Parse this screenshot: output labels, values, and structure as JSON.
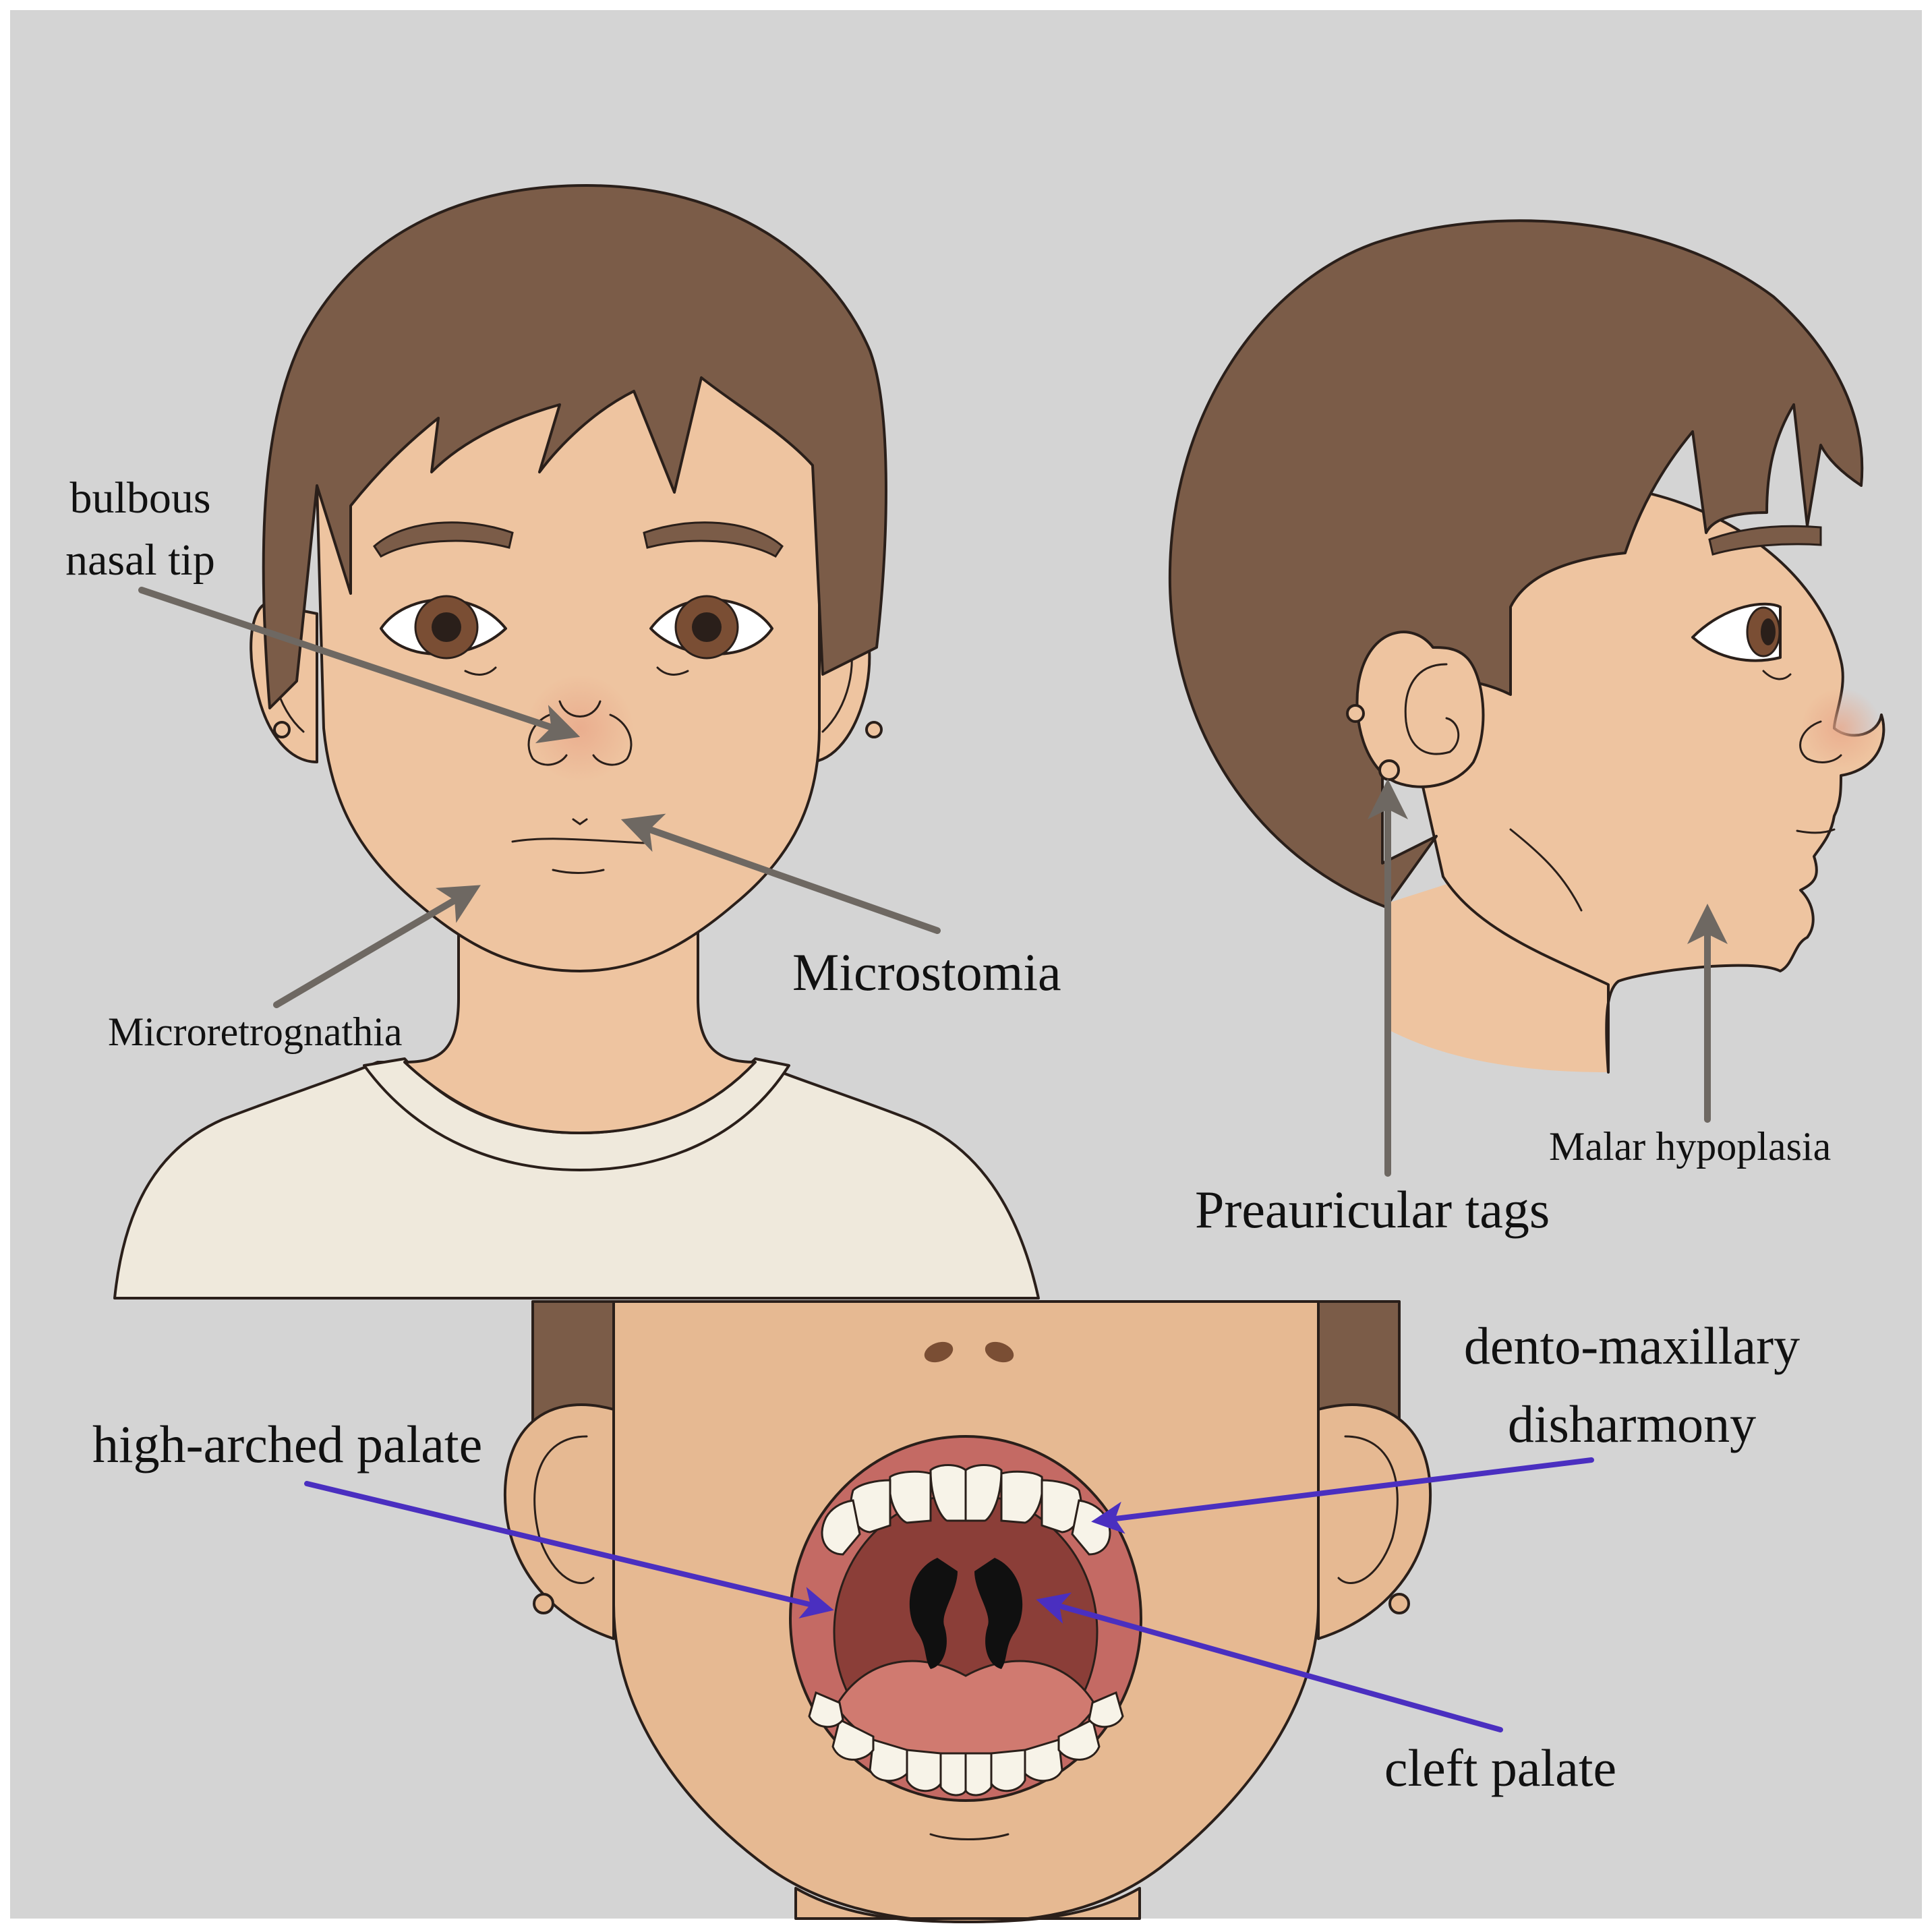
{
  "colors": {
    "background": "#d4d4d4",
    "skin": "#eec4a0",
    "skin_bottom": "#e6b992",
    "hair": "#7b5c48",
    "shirt": "#efe9dc",
    "iris": "#7a4e34",
    "grey_arrow": "#6e6862",
    "blue_arrow": "#4a2fc0",
    "mouth_outer": "#c46a64",
    "mouth_inner": "#8b3e38",
    "tongue": "#d07a70",
    "teeth": "#f7f3e8",
    "cleft": "#101010"
  },
  "panels": {
    "front": {
      "labels": {
        "bulbous_line1": "bulbous",
        "bulbous_line2": "nasal tip",
        "microstomia": "Microstomia",
        "microretrognathia": "Microretrognathia"
      }
    },
    "profile": {
      "labels": {
        "preauricular": "Preauricular tags",
        "malar": "Malar hypoplasia"
      }
    },
    "mouth": {
      "labels": {
        "high_arched": "high-arched palate",
        "dento_line1": "dento-maxillary",
        "dento_line2": "disharmony",
        "cleft": "cleft palate"
      }
    }
  }
}
